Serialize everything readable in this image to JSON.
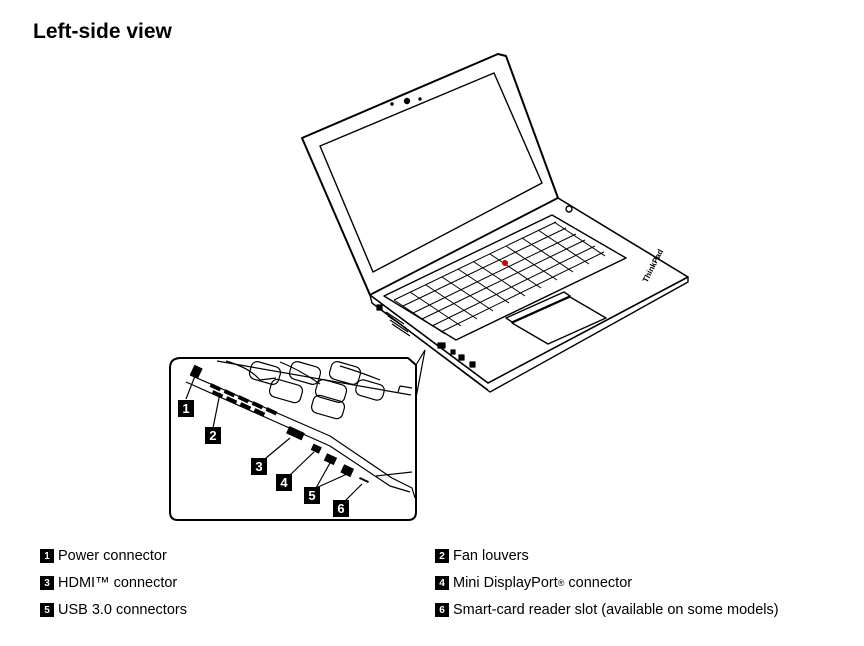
{
  "page": {
    "title": "Left-side view"
  },
  "figure": {
    "brand_text": "ThinkPad",
    "callouts": [
      "1",
      "2",
      "3",
      "4",
      "5",
      "6"
    ]
  },
  "legend": [
    {
      "num": "1",
      "label": "Power connector"
    },
    {
      "num": "2",
      "label": "Fan louvers"
    },
    {
      "num": "3",
      "label": "HDMI™ connector"
    },
    {
      "num": "4",
      "label": "Mini DisplayPort",
      "sup": "®",
      "suffix": " connector"
    },
    {
      "num": "5",
      "label": "USB 3.0 connectors"
    },
    {
      "num": "6",
      "label": "Smart-card reader slot (available on some models)"
    }
  ]
}
